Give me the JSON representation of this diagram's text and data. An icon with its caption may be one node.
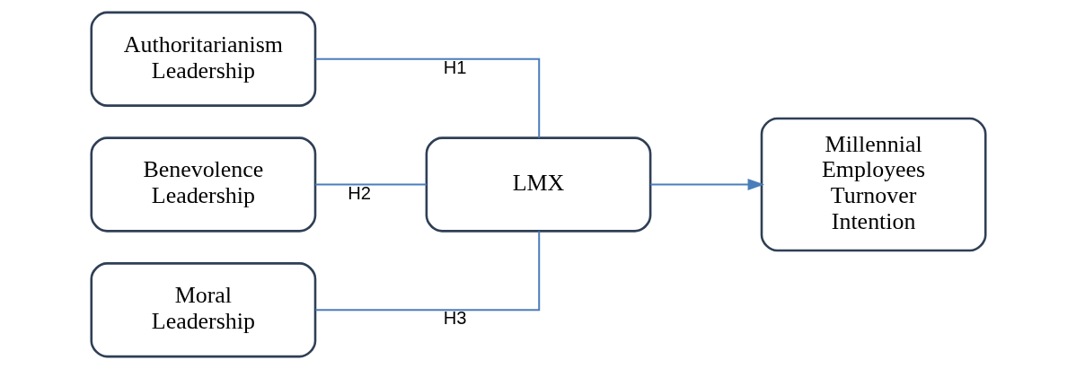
{
  "diagram": {
    "nodes": [
      {
        "text": [
          "Authoritarianism Leadership"
        ]
      },
      {
        "text": [
          "Benevolence Leadership"
        ]
      },
      {
        "text": [
          "Moral Leadership"
        ]
      },
      {
        "text": [
          "LMX"
        ]
      },
      {
        "text": [
          "Millennial Employees Turnover Intention"
        ]
      }
    ],
    "edges": [
      {
        "from": 0,
        "to": 3,
        "arrow": "none",
        "label": "H1"
      },
      {
        "from": 1,
        "to": 3,
        "arrow": "none",
        "label": "H2"
      },
      {
        "from": 2,
        "to": 3,
        "arrow": "none",
        "label": "H3"
      },
      {
        "from": 3,
        "to": 4,
        "arrow": "to"
      }
    ]
  }
}
